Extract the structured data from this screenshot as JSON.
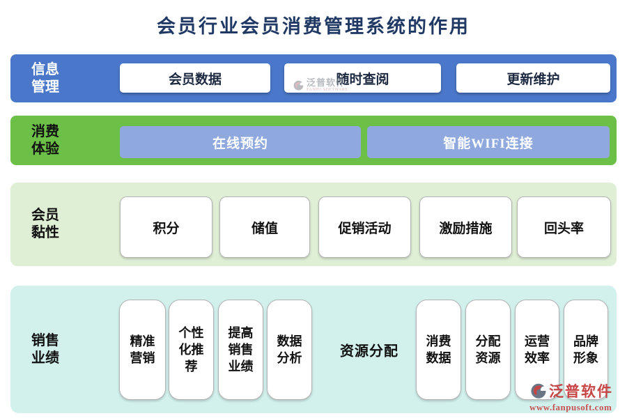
{
  "title": "会员行业会员消费管理系统的作用",
  "colors": {
    "title_color": "#1f3864",
    "band1_bg": "#4a77c9",
    "band2_bg": "#6cbf47",
    "band3_bg": "#dfefd5",
    "band4_bg": "#d2f0ec",
    "band2_button_bg": "#8fa8de",
    "brand_red": "#c23737"
  },
  "band1": {
    "label": [
      "信息",
      "管理"
    ],
    "items": [
      "会员数据",
      "随时查阅",
      "更新维护"
    ]
  },
  "band2": {
    "label": [
      "消费",
      "体验"
    ],
    "items": [
      "在线预约",
      "智能WIFI连接"
    ]
  },
  "band3": {
    "label": [
      "会员",
      "黏性"
    ],
    "items": [
      "积分",
      "储值",
      "促销活动",
      "激励措施",
      "回头率"
    ]
  },
  "band4": {
    "label": [
      "销售",
      "业绩"
    ],
    "cards": [
      [
        "精准",
        "营销"
      ],
      [
        "个性",
        "化推",
        "荐"
      ],
      [
        "提高",
        "销售",
        "业绩"
      ],
      [
        "数据",
        "分析"
      ]
    ],
    "sublabel": "资源分配",
    "subcards": [
      [
        "消费",
        "数据"
      ],
      [
        "分配",
        "资源"
      ],
      [
        "运营",
        "效率"
      ],
      [
        "品牌",
        "形象"
      ]
    ]
  },
  "watermark_center": {
    "brand": "泛普软件",
    "tagline": "FANPU SOFTWARE"
  },
  "watermark_bottom": {
    "brand": "泛普软件",
    "url": "www.fanpusoft.com"
  }
}
